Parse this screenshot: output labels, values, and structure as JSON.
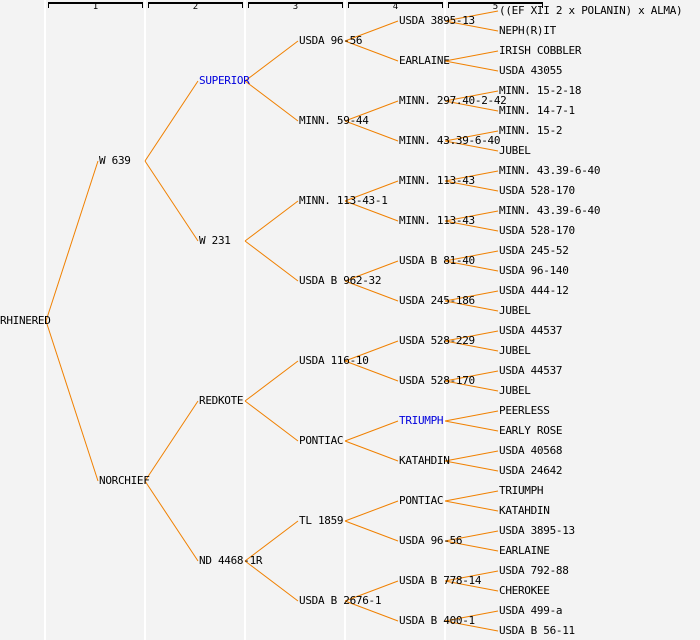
{
  "columns": [
    "1",
    "2",
    "3",
    "4",
    "5"
  ],
  "line_color": "#f08000",
  "highlight_color": "#0000dd",
  "tree": {
    "name": "RHINERED",
    "children": [
      {
        "name": "W 639",
        "children": [
          {
            "name": "SUPERIOR",
            "highlight": true,
            "children": [
              {
                "name": "USDA 96-56",
                "children": [
                  {
                    "name": "USDA 3895-13",
                    "children": [
                      {
                        "name": "((EF XII 2 x POLANIN) x ALMA)"
                      },
                      {
                        "name": "NEPH(R)IT"
                      }
                    ]
                  },
                  {
                    "name": "EARLAINE",
                    "children": [
                      {
                        "name": "IRISH COBBLER"
                      },
                      {
                        "name": "USDA 43055"
                      }
                    ]
                  }
                ]
              },
              {
                "name": "MINN. 59-44",
                "children": [
                  {
                    "name": "MINN. 297.40-2-42",
                    "children": [
                      {
                        "name": "MINN. 15-2-18"
                      },
                      {
                        "name": "MINN. 14-7-1"
                      }
                    ]
                  },
                  {
                    "name": "MINN. 43.39-6-40",
                    "children": [
                      {
                        "name": "MINN. 15-2"
                      },
                      {
                        "name": "JUBEL"
                      }
                    ]
                  }
                ]
              }
            ]
          },
          {
            "name": "W 231",
            "children": [
              {
                "name": "MINN. 113-43-1",
                "children": [
                  {
                    "name": "MINN. 113-43",
                    "children": [
                      {
                        "name": "MINN. 43.39-6-40"
                      },
                      {
                        "name": "USDA 528-170"
                      }
                    ]
                  },
                  {
                    "name": "MINN. 113-43",
                    "children": [
                      {
                        "name": "MINN. 43.39-6-40"
                      },
                      {
                        "name": "USDA 528-170"
                      }
                    ]
                  }
                ]
              },
              {
                "name": "USDA B 962-32",
                "children": [
                  {
                    "name": "USDA B 81-40",
                    "children": [
                      {
                        "name": "USDA 245-52"
                      },
                      {
                        "name": "USDA 96-140"
                      }
                    ]
                  },
                  {
                    "name": "USDA 245-186",
                    "children": [
                      {
                        "name": "USDA 444-12"
                      },
                      {
                        "name": "JUBEL"
                      }
                    ]
                  }
                ]
              }
            ]
          }
        ]
      },
      {
        "name": "NORCHIEF",
        "children": [
          {
            "name": "REDKOTE",
            "children": [
              {
                "name": "USDA 116-10",
                "children": [
                  {
                    "name": "USDA 528-229",
                    "children": [
                      {
                        "name": "USDA 44537"
                      },
                      {
                        "name": "JUBEL"
                      }
                    ]
                  },
                  {
                    "name": "USDA 528-170",
                    "children": [
                      {
                        "name": "USDA 44537"
                      },
                      {
                        "name": "JUBEL"
                      }
                    ]
                  }
                ]
              },
              {
                "name": "PONTIAC",
                "children": [
                  {
                    "name": "TRIUMPH",
                    "highlight": true,
                    "children": [
                      {
                        "name": "PEERLESS"
                      },
                      {
                        "name": "EARLY ROSE"
                      }
                    ]
                  },
                  {
                    "name": "KATAHDIN",
                    "children": [
                      {
                        "name": "USDA 40568"
                      },
                      {
                        "name": "USDA 24642"
                      }
                    ]
                  }
                ]
              }
            ]
          },
          {
            "name": "ND 4468-1R",
            "children": [
              {
                "name": "TL 1859",
                "children": [
                  {
                    "name": "PONTIAC",
                    "children": [
                      {
                        "name": "TRIUMPH"
                      },
                      {
                        "name": "KATAHDIN"
                      }
                    ]
                  },
                  {
                    "name": "USDA 96-56",
                    "children": [
                      {
                        "name": "USDA 3895-13"
                      },
                      {
                        "name": "EARLAINE"
                      }
                    ]
                  }
                ]
              },
              {
                "name": "USDA B 2676-1",
                "children": [
                  {
                    "name": "USDA B 778-14",
                    "children": [
                      {
                        "name": "USDA 792-88"
                      },
                      {
                        "name": "CHEROKEE"
                      }
                    ]
                  },
                  {
                    "name": "USDA B 400-1",
                    "children": [
                      {
                        "name": "USDA 499-a"
                      },
                      {
                        "name": "USDA B 56-11"
                      }
                    ]
                  }
                ]
              }
            ]
          }
        ]
      }
    ]
  }
}
